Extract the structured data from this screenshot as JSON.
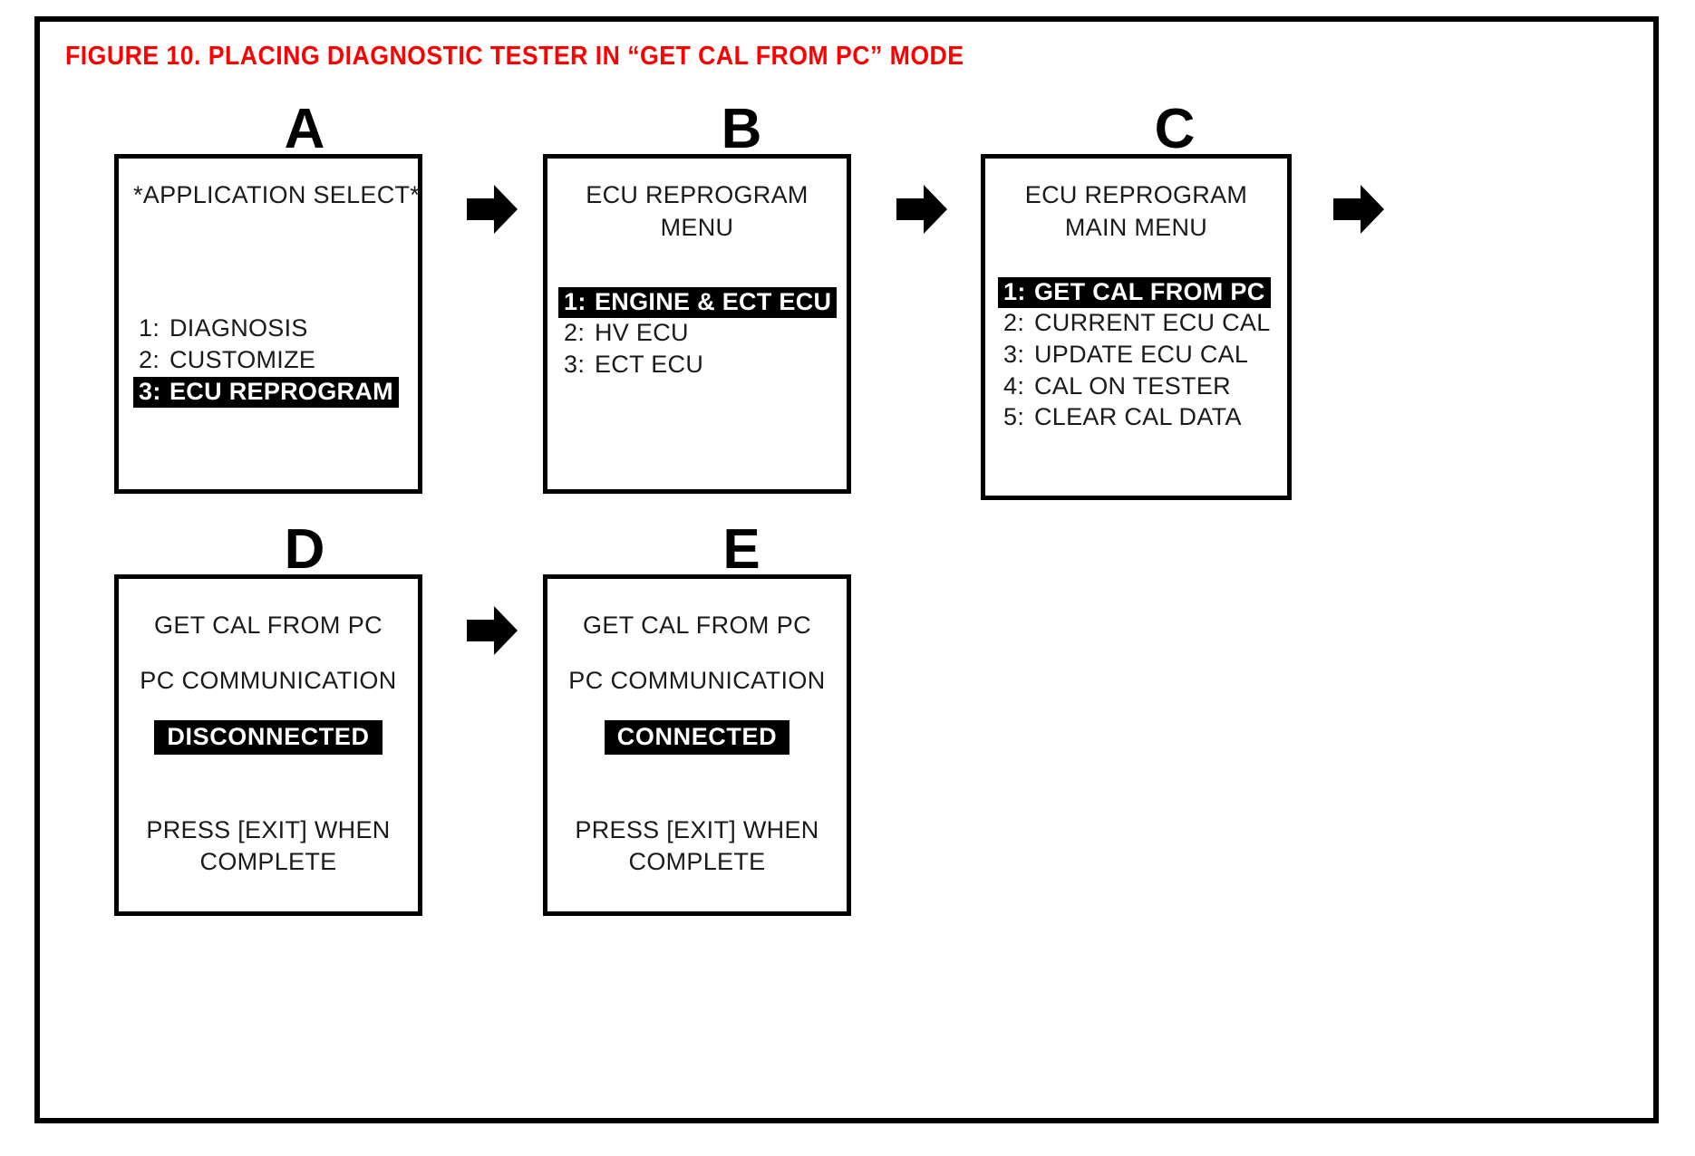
{
  "figure": {
    "title": "FIGURE 10.  PLACING DIAGNOSTIC TESTER IN “GET CAL FROM PC” MODE",
    "title_color": "#ff0000",
    "border_color": "#000000",
    "background_color": "#ffffff"
  },
  "panels": [
    {
      "letter": "A",
      "screen_title_line1": "*APPLICATION SELECT*",
      "screen_title_line2": "",
      "menu": [
        {
          "num": "1:",
          "label": "DIAGNOSIS",
          "selected": false
        },
        {
          "num": "2:",
          "label": "CUSTOMIZE",
          "selected": false
        },
        {
          "num": "3:",
          "label": "ECU REPROGRAM",
          "selected": true
        }
      ]
    },
    {
      "letter": "B",
      "screen_title_line1": "ECU REPROGRAM",
      "screen_title_line2": "MENU",
      "menu": [
        {
          "num": "1:",
          "label": "ENGINE & ECT ECU",
          "selected": true
        },
        {
          "num": "2:",
          "label": "HV ECU",
          "selected": false
        },
        {
          "num": "3:",
          "label": "ECT ECU",
          "selected": false
        }
      ]
    },
    {
      "letter": "C",
      "screen_title_line1": "ECU REPROGRAM",
      "screen_title_line2": "MAIN MENU",
      "menu": [
        {
          "num": "1:",
          "label": "GET CAL FROM PC",
          "selected": true
        },
        {
          "num": "2:",
          "label": "CURRENT ECU CAL",
          "selected": false
        },
        {
          "num": "3:",
          "label": "UPDATE ECU CAL",
          "selected": false
        },
        {
          "num": "4:",
          "label": "CAL ON TESTER",
          "selected": false
        },
        {
          "num": "5:",
          "label": "CLEAR CAL DATA",
          "selected": false
        }
      ]
    },
    {
      "letter": "D",
      "heading": "GET CAL FROM PC",
      "subheading": "PC COMMUNICATION",
      "status_badge": "DISCONNECTED",
      "footer_line1": "PRESS [EXIT] WHEN",
      "footer_line2": "COMPLETE"
    },
    {
      "letter": "E",
      "heading": "GET CAL FROM PC",
      "subheading": "PC COMMUNICATION",
      "status_badge": "CONNECTED",
      "footer_line1": "PRESS [EXIT] WHEN",
      "footer_line2": "COMPLETE"
    }
  ],
  "arrows": [
    {
      "name": "arrow-a-to-b",
      "direction": "right"
    },
    {
      "name": "arrow-b-to-c",
      "direction": "right"
    },
    {
      "name": "arrow-c-to-d",
      "direction": "right"
    },
    {
      "name": "arrow-d-to-e",
      "direction": "right"
    }
  ]
}
